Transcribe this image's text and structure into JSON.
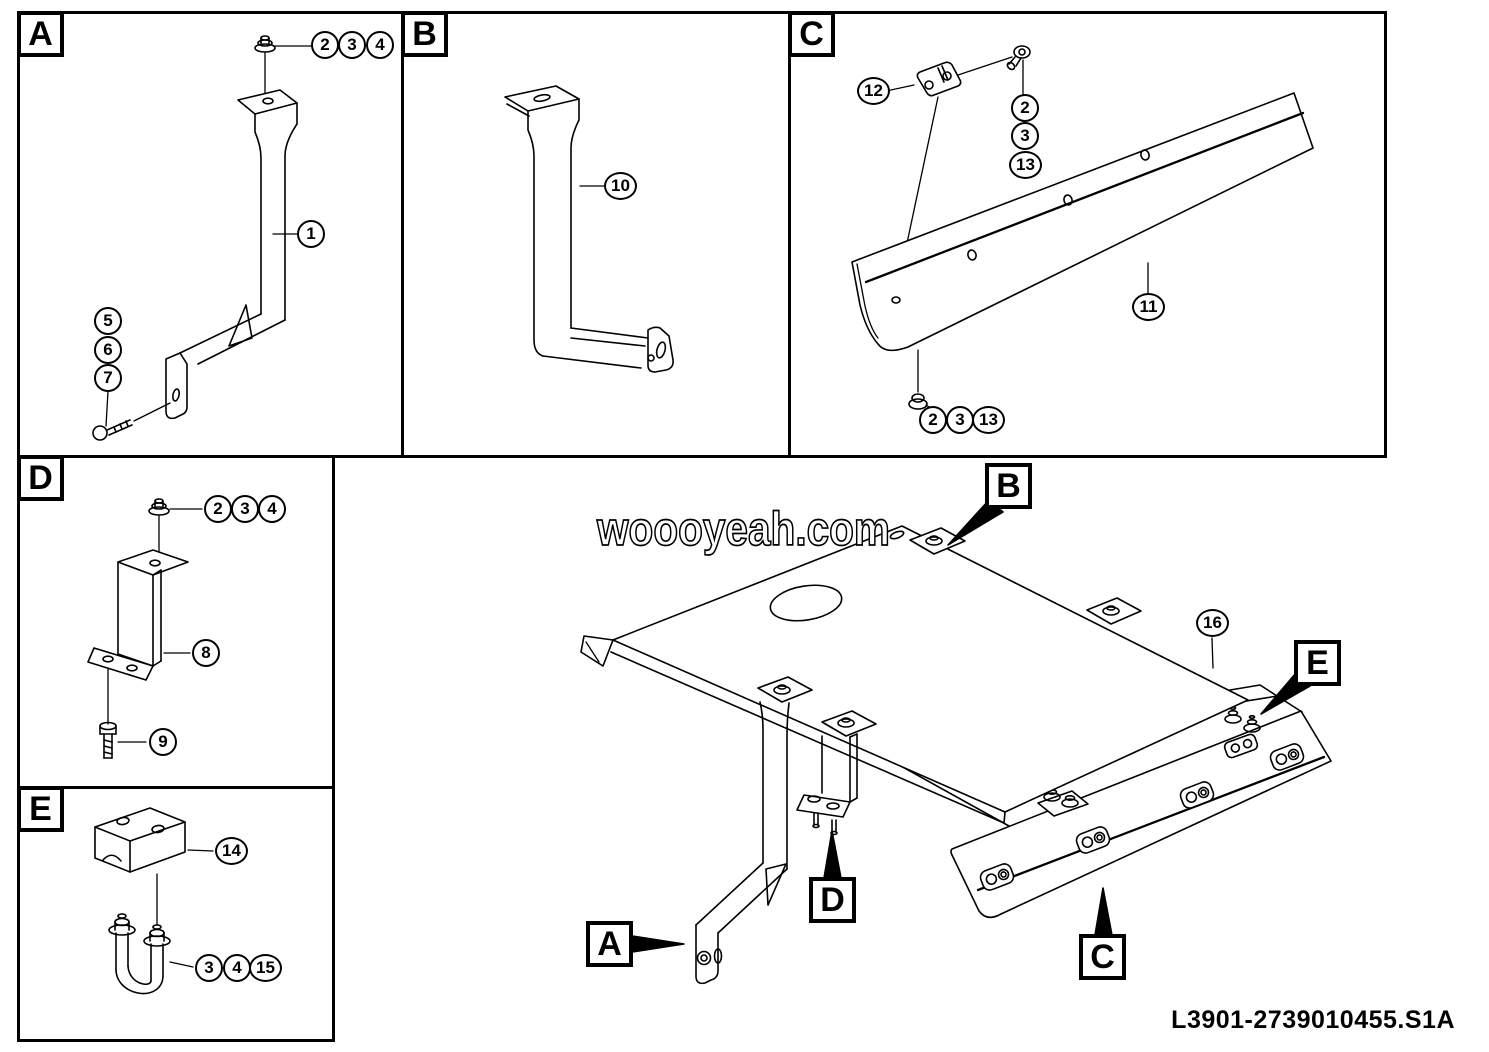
{
  "page": {
    "watermark": "woooyeah.com",
    "part_code": "L3901-2739010455.S1A",
    "background": "#ffffff",
    "line_color": "#000000"
  },
  "panels": {
    "a": {
      "label": "A",
      "callouts": {
        "n2": "2",
        "n3": "3",
        "n4": "4",
        "n1": "1",
        "n5": "5",
        "n6": "6",
        "n7": "7"
      }
    },
    "b": {
      "label": "B",
      "callouts": {
        "n10": "10"
      }
    },
    "c": {
      "label": "C",
      "callouts": {
        "n12": "12",
        "n2": "2",
        "n3": "3",
        "n13": "13",
        "n11": "11",
        "m2": "2",
        "m3": "3",
        "m13": "13"
      }
    },
    "d": {
      "label": "D",
      "callouts": {
        "n2": "2",
        "n3": "3",
        "n4": "4",
        "n8": "8",
        "n9": "9"
      }
    },
    "e": {
      "label": "E",
      "callouts": {
        "n14": "14",
        "n3": "3",
        "n4": "4",
        "n15": "15"
      }
    }
  },
  "main": {
    "labels": {
      "a": "A",
      "b": "B",
      "c": "C",
      "d": "D",
      "e": "E"
    },
    "callouts": {
      "n16": "16"
    }
  }
}
